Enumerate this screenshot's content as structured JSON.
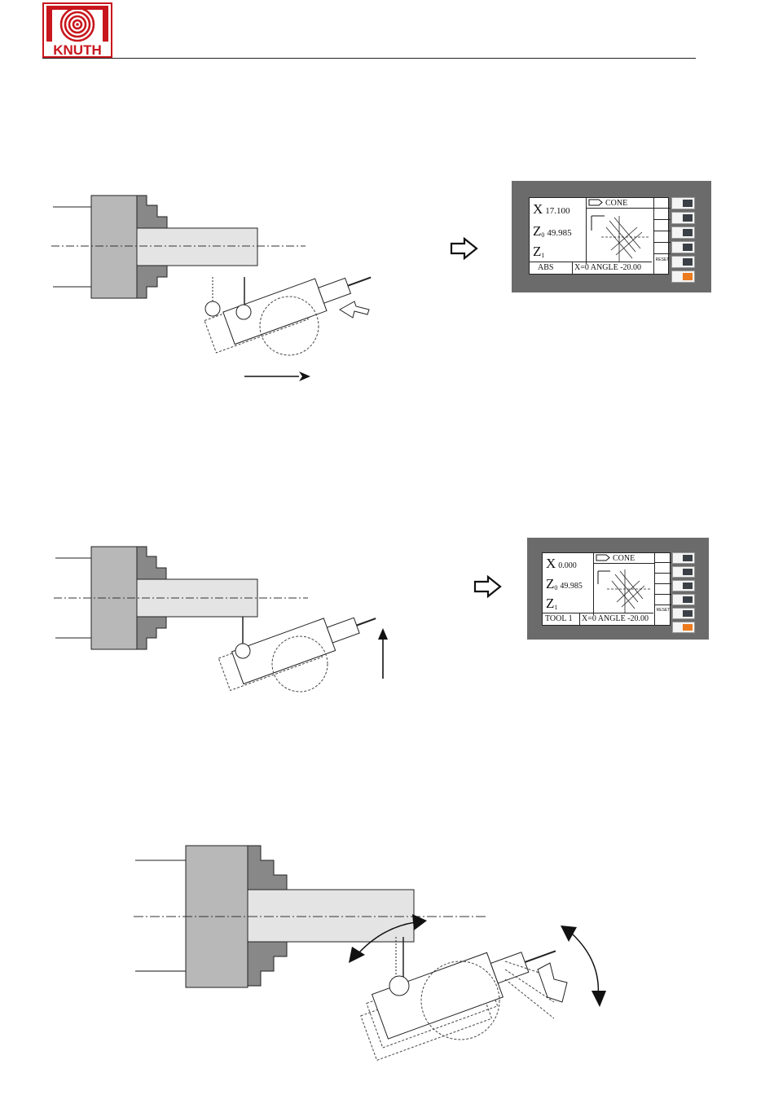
{
  "header": {
    "logo_text": "KNUTH",
    "brand_color": "#c8161d"
  },
  "screens": [
    {
      "x_value": "17.100",
      "z0_value": "49.985",
      "z1_value": "",
      "mode_label": "CONE",
      "status_left": "ABS",
      "status_right": "X=0 ANGLE -20.00",
      "softkey_label": "RESET",
      "active_key_color": "#ec7a1e"
    },
    {
      "x_value": "0.000",
      "z0_value": "49.985",
      "z1_value": "",
      "mode_label": "CONE",
      "status_left": "TOOL 1",
      "status_right": "X=0 ANGLE -20.00",
      "softkey_label": "RESET",
      "active_key_color": "#ec7a1e"
    }
  ],
  "axis_labels": {
    "x": "X",
    "z0": "Z",
    "z0_sub": "0",
    "z1": "Z",
    "z1_sub": "1"
  },
  "icons": {
    "arrow": "hollow-right-arrow-icon",
    "tool": "tool-icon"
  }
}
